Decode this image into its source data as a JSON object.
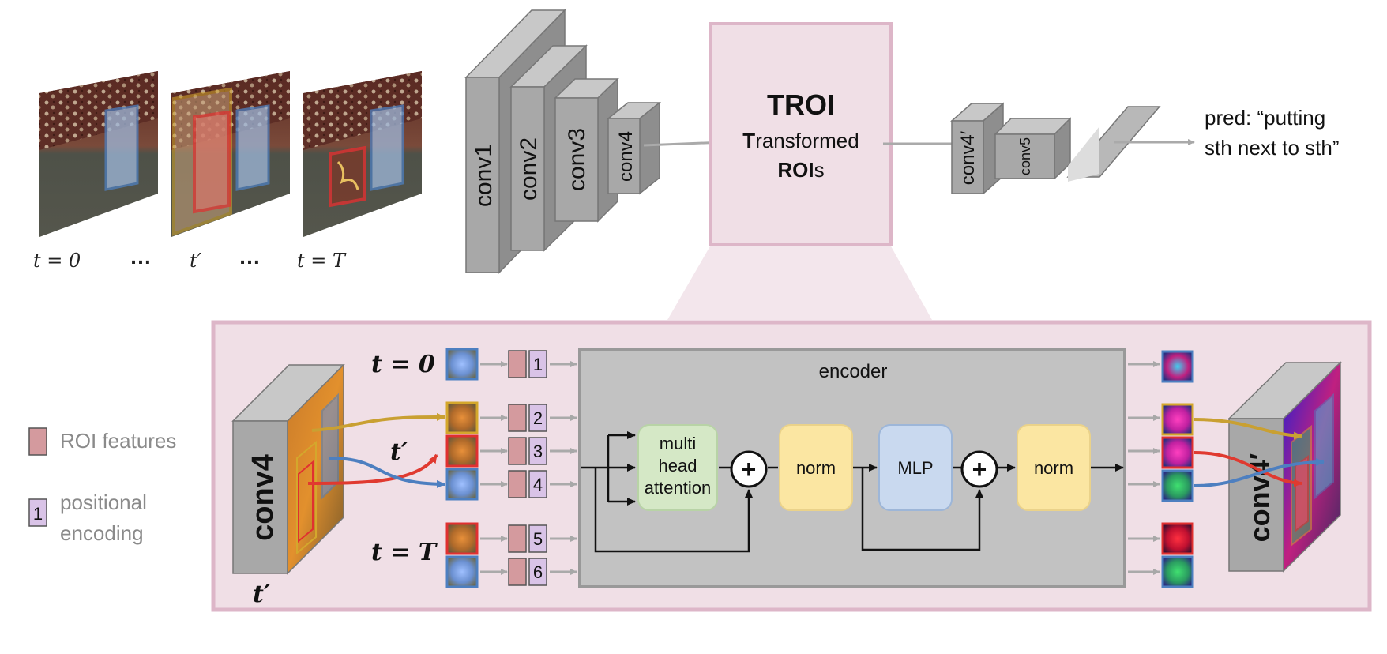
{
  "frames": {
    "labels": [
      "t = 0",
      "t′",
      "t = T"
    ],
    "ellipses": [
      "…",
      "…"
    ]
  },
  "backbone": {
    "blocks": [
      "conv1",
      "conv2",
      "conv3",
      "conv4"
    ]
  },
  "troi": {
    "title": "TROI",
    "line1_bold": "T",
    "line1_rest": "ransformed",
    "line2_bold": "ROI",
    "line2_rest": "s"
  },
  "head": {
    "blocks": [
      "conv4′",
      "conv5"
    ],
    "pred_line1": "pred: “putting",
    "pred_line2": "sth next to sth”"
  },
  "legend": {
    "roi_label": "ROI features",
    "pos_label_line1": "positional",
    "pos_label_line2": "encoding",
    "pos_example": "1"
  },
  "detail": {
    "input_block": "conv4",
    "input_time": "t′",
    "output_block": "conv4′",
    "time_labels": [
      "t = 0",
      "t′",
      "t = T"
    ],
    "position_indices": [
      "1",
      "2",
      "3",
      "4",
      "5",
      "6"
    ],
    "encoder_title": "encoder",
    "attention": [
      "multi",
      "head",
      "attention"
    ],
    "norm1": "norm",
    "mlp": "MLP",
    "norm2": "norm",
    "plus_symbol": "+"
  },
  "colors": {
    "pink_panel": "#f0dfe6",
    "pink_border": "#ddb6c8",
    "gray_block": "#a8a8a8",
    "encoder_bg": "#c2c2c2",
    "attention": "#d5e8c6",
    "norm": "#fbe6a2",
    "mlp": "#c9d9ef",
    "roi_feature": "#d49a9e",
    "positional": "#d9c3e7",
    "box_yellow": "#d4a72c",
    "box_red": "#e03030",
    "box_blue": "#4d7fc0",
    "arrow_gray": "#aaaaaa"
  }
}
